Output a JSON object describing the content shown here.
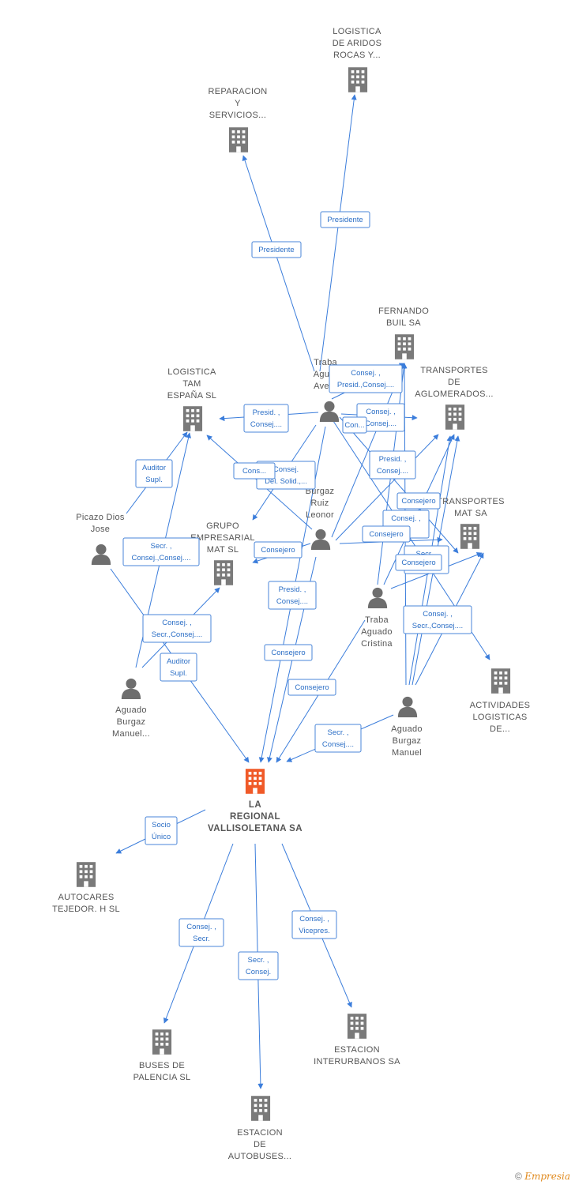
{
  "colors": {
    "edge": "#3b7ddb",
    "company": "#7a7a7a",
    "center": "#f05a28",
    "person": "#6e6e6e",
    "label_text": "#2c6fc6"
  },
  "nodes": [
    {
      "id": "logistica_aridos",
      "kind": "company",
      "label": [
        "LOGISTICA",
        "DE ARIDOS",
        "ROCAS Y..."
      ]
    },
    {
      "id": "reparacion",
      "kind": "company",
      "label": [
        "REPARACION",
        "Y",
        "SERVICIOS..."
      ]
    },
    {
      "id": "fernando_buil",
      "kind": "company",
      "label": [
        "FERNANDO",
        "BUIL SA"
      ]
    },
    {
      "id": "transportes_aglom",
      "kind": "company",
      "label": [
        "TRANSPORTES",
        "DE",
        "AGLOMERADOS..."
      ]
    },
    {
      "id": "logistica_tam",
      "kind": "company",
      "label": [
        "LOGISTICA",
        "TAM",
        "ESPAÑA SL"
      ]
    },
    {
      "id": "grupo_mat",
      "kind": "company",
      "label": [
        "GRUPO",
        "EMPRESARIAL",
        "MAT SL"
      ]
    },
    {
      "id": "transportes_mat",
      "kind": "company",
      "label": [
        "TRANSPORTES",
        "MAT SA"
      ]
    },
    {
      "id": "actividades",
      "kind": "company",
      "label": [
        "ACTIVIDADES",
        "LOGISTICAS",
        "DE..."
      ]
    },
    {
      "id": "center",
      "kind": "center",
      "label": [
        "LA",
        "REGIONAL",
        "VALLISOLETANA SA"
      ]
    },
    {
      "id": "autocares",
      "kind": "company",
      "label": [
        "AUTOCARES",
        "TEJEDOR. H SL"
      ]
    },
    {
      "id": "buses_palencia",
      "kind": "company",
      "label": [
        "BUSES DE",
        "PALENCIA  SL"
      ]
    },
    {
      "id": "estacion_autobuses",
      "kind": "company",
      "label": [
        "ESTACION",
        "DE",
        "AUTOBUSES..."
      ]
    },
    {
      "id": "estacion_interurbanos",
      "kind": "company",
      "label": [
        "ESTACION",
        "INTERURBANOS SA"
      ]
    },
    {
      "id": "traba_aguado_ave",
      "kind": "person",
      "label": [
        "Traba",
        "Agu...",
        "Ave..."
      ]
    },
    {
      "id": "burgaz_leonor",
      "kind": "person",
      "label": [
        "Burgaz",
        "Ruiz",
        "Leonor"
      ]
    },
    {
      "id": "picazo",
      "kind": "person",
      "label": [
        "Picazo Dios",
        "Jose"
      ]
    },
    {
      "id": "traba_cristina",
      "kind": "person",
      "label": [
        "Traba",
        "Aguado",
        "Cristina"
      ]
    },
    {
      "id": "aguado_manuel_left",
      "kind": "person",
      "label": [
        "Aguado",
        "Burgaz",
        "Manuel..."
      ]
    },
    {
      "id": "aguado_manuel_right",
      "kind": "person",
      "label": [
        "Aguado",
        "Burgaz",
        "Manuel"
      ]
    }
  ],
  "relations": [
    {
      "lines": [
        "Presidente"
      ]
    },
    {
      "lines": [
        "Presidente"
      ]
    },
    {
      "lines": [
        "Consej. ,",
        "Presid.,Consej...."
      ]
    },
    {
      "lines": [
        "Presid. ,",
        "Consej...."
      ]
    },
    {
      "lines": [
        "Consej. ,",
        "Consej...."
      ]
    },
    {
      "lines": [
        "Con..."
      ]
    },
    {
      "lines": [
        "Consej.",
        "Del. Solid.,..."
      ]
    },
    {
      "lines": [
        "Cons..."
      ]
    },
    {
      "lines": [
        "Presid. ,",
        "Consej...."
      ]
    },
    {
      "lines": [
        "Consejero"
      ]
    },
    {
      "lines": [
        "Auditor",
        "Supl."
      ]
    },
    {
      "lines": [
        "Consej. ,",
        "..."
      ]
    },
    {
      "lines": [
        "Consejero"
      ]
    },
    {
      "lines": [
        "Consejero"
      ]
    },
    {
      "lines": [
        "Secr. ,",
        "Consej.,Consej...."
      ]
    },
    {
      "lines": [
        "Secr. ,",
        "..."
      ]
    },
    {
      "lines": [
        "Consejero"
      ]
    },
    {
      "lines": [
        "Presid. ,",
        "Consej...."
      ]
    },
    {
      "lines": [
        "Consej. ,",
        "Secr.,Consej...."
      ]
    },
    {
      "lines": [
        "Consejero"
      ]
    },
    {
      "lines": [
        "Auditor",
        "Supl."
      ]
    },
    {
      "lines": [
        "Consej. ,",
        "Secr.,Consej...."
      ]
    },
    {
      "lines": [
        "Consejero"
      ]
    },
    {
      "lines": [
        "Secr. ,",
        "Consej...."
      ]
    },
    {
      "lines": [
        "Socio",
        "Único"
      ]
    },
    {
      "lines": [
        "Consej. ,",
        "Secr."
      ]
    },
    {
      "lines": [
        "Secr. ,",
        "Consej."
      ]
    },
    {
      "lines": [
        "Consej. ,",
        "Vicepres."
      ]
    }
  ],
  "footer": {
    "symbol": "©",
    "brand": "Empresia"
  }
}
